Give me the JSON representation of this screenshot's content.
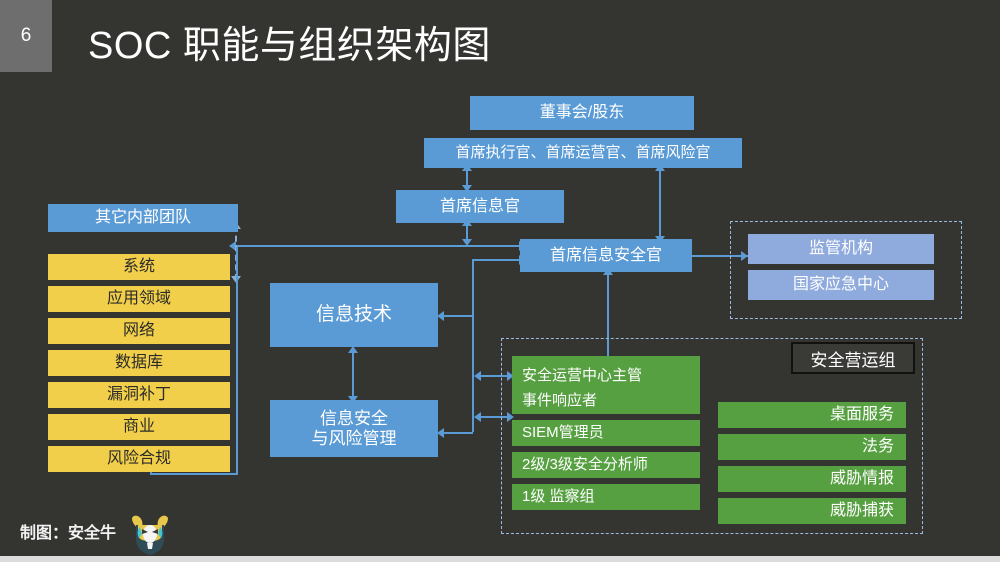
{
  "slide": {
    "page_number": "6",
    "title": "SOC 职能与组织架构图",
    "credit": "制图：安全牛",
    "logo_icon": "bull-mascot-icon",
    "colors": {
      "background": "#343431",
      "blue": "#5b9bd5",
      "light_blue": "#8faadc",
      "yellow": "#f2cf4a",
      "green": "#56a041",
      "page_chip": "#6e6e6e",
      "dashed_border": "#9dbbe0"
    }
  },
  "exec": {
    "board": "董事会/股东",
    "c_suite": "首席执行官、首席运营官、首席风险官",
    "cio": "首席信息官",
    "ciso": "首席信息安全官"
  },
  "it": {
    "information_technology": "信息技术",
    "infosec_risk_line1": "信息安全",
    "infosec_risk_line2": "与风险管理"
  },
  "internal_teams": {
    "header": "其它内部团队",
    "items": [
      "系统",
      "应用领域",
      "网络",
      "数据库",
      "漏洞补丁",
      "商业",
      "风险合规"
    ]
  },
  "external": {
    "items": [
      "监管机构",
      "国家应急中心"
    ]
  },
  "soc": {
    "group_label": "安全营运组",
    "core_team": [
      "安全运营中心主管",
      "事件响应者",
      "SIEM管理员",
      "2级/3级安全分析师",
      "1级 监察组"
    ],
    "support_team": [
      "桌面服务",
      "法务",
      "威胁情报",
      "威胁捕获"
    ]
  }
}
